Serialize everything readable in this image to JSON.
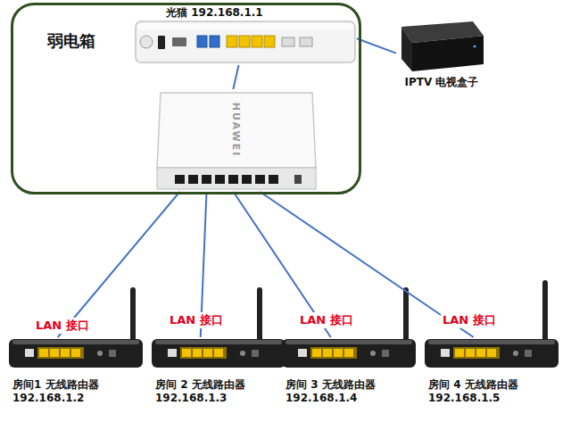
{
  "diagram": {
    "nodes": [
      {
        "text": [
          "弱电箱"
        ]
      },
      {
        "text": [
          "光猫 192.168.1.1"
        ],
        "in": 0
      },
      {
        "text": [
          "HUAWEI"
        ],
        "in": 0
      },
      {
        "text": [
          "IPTV 电视盒子"
        ]
      },
      {
        "text": [
          "房间1 无线路由器",
          "192.168.1.2"
        ]
      },
      {
        "text": [
          "房间 2 无线路由器",
          "192.168.1.3"
        ]
      },
      {
        "text": [
          "房间 3 无线路由器",
          "192.168.1.4"
        ]
      },
      {
        "text": [
          "房间 4 无线路由器",
          "192.168.1.5"
        ]
      }
    ],
    "edges": [
      {
        "from": 1,
        "to": 2,
        "arrow": "none"
      },
      {
        "from": 1,
        "to": 3,
        "arrow": "none"
      },
      {
        "from": 2,
        "to": 4,
        "arrow": "none"
      },
      {
        "from": 2,
        "to": 5,
        "arrow": "none"
      },
      {
        "from": 2,
        "to": 6,
        "arrow": "none"
      },
      {
        "from": 2,
        "to": 7,
        "arrow": "none"
      }
    ],
    "labels": [
      "LAN 接口",
      "LAN 接口",
      "LAN 接口",
      "LAN 接口"
    ]
  }
}
